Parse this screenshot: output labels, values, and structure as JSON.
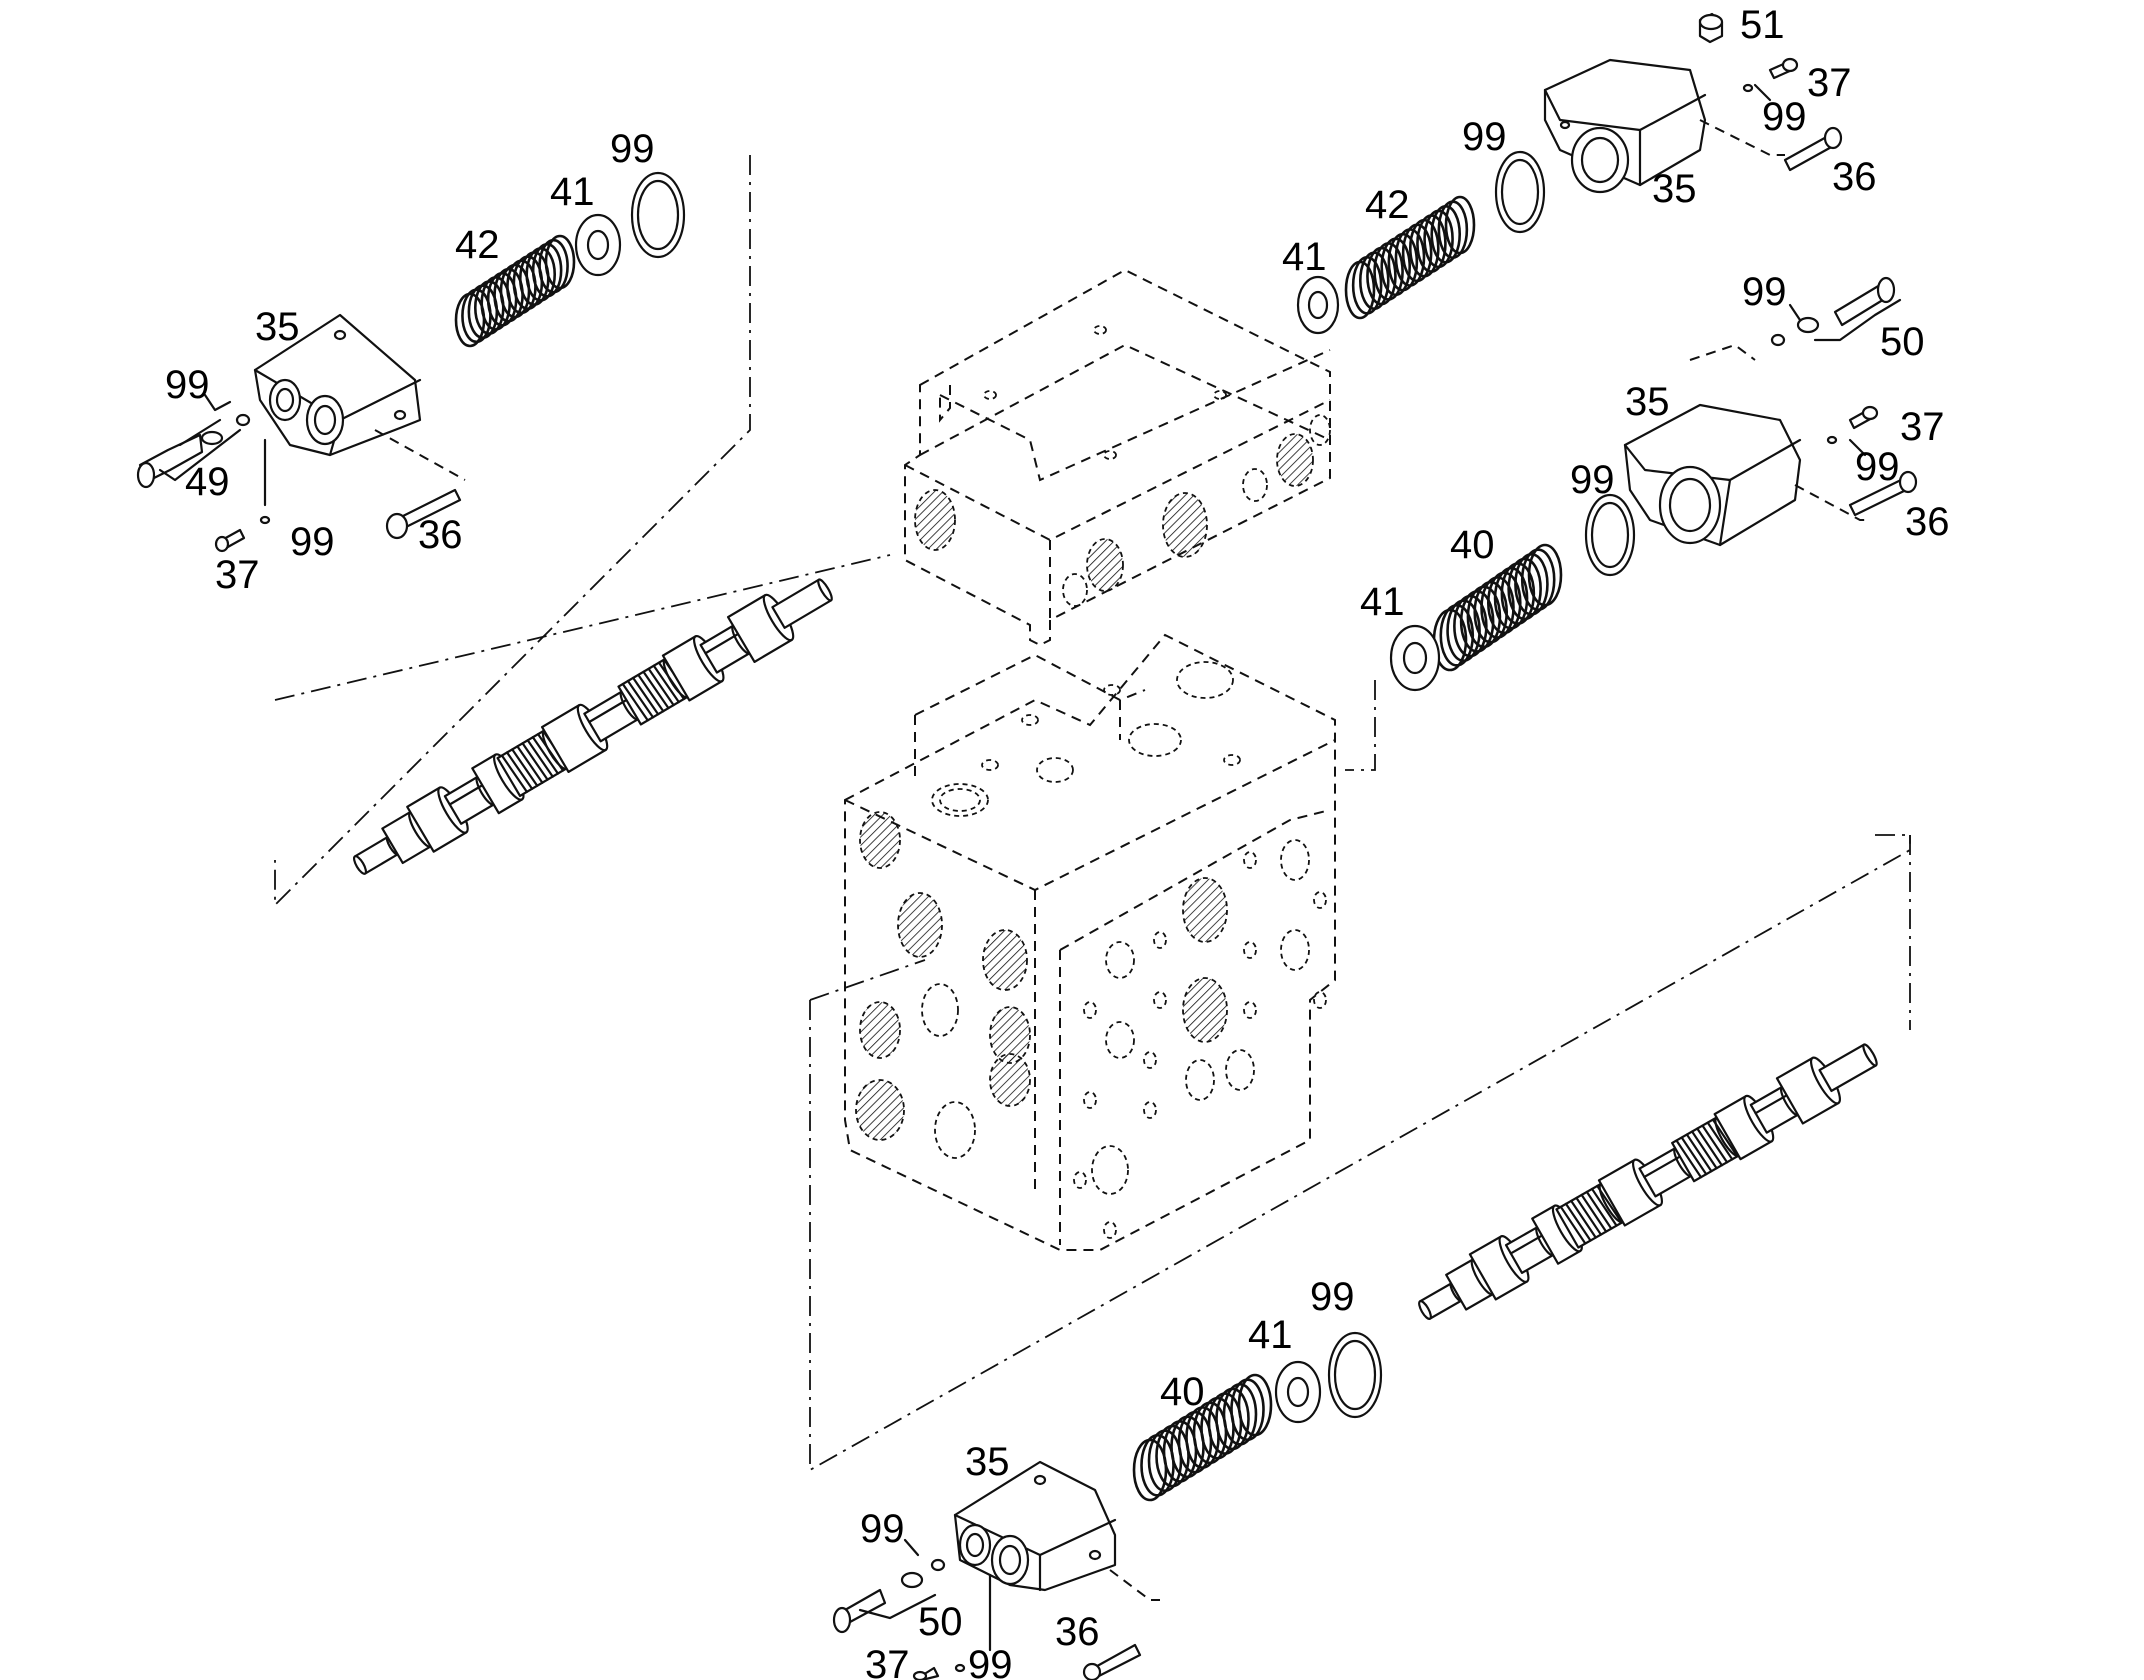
{
  "diagram": {
    "type": "exploded parts diagram",
    "subject": "hydraulic control valve block with spools, springs, caps",
    "callouts": [
      {
        "id": "c-51",
        "text": "51"
      },
      {
        "id": "c-37a",
        "text": "37"
      },
      {
        "id": "c-99a",
        "text": "99"
      },
      {
        "id": "c-36a",
        "text": "36"
      },
      {
        "id": "c-35a",
        "text": "35"
      },
      {
        "id": "c-99b",
        "text": "99"
      },
      {
        "id": "c-42a",
        "text": "42"
      },
      {
        "id": "c-41a",
        "text": "41"
      },
      {
        "id": "c-99c",
        "text": "99"
      },
      {
        "id": "c-50a",
        "text": "50"
      },
      {
        "id": "c-35b",
        "text": "35"
      },
      {
        "id": "c-37b",
        "text": "37"
      },
      {
        "id": "c-99d",
        "text": "99"
      },
      {
        "id": "c-36b",
        "text": "36"
      },
      {
        "id": "c-99e",
        "text": "99"
      },
      {
        "id": "c-40a",
        "text": "40"
      },
      {
        "id": "c-41b",
        "text": "41"
      },
      {
        "id": "c-99f",
        "text": "99"
      },
      {
        "id": "c-41c",
        "text": "41"
      },
      {
        "id": "c-42b",
        "text": "42"
      },
      {
        "id": "c-35c",
        "text": "35"
      },
      {
        "id": "c-99g",
        "text": "99"
      },
      {
        "id": "c-49",
        "text": "49"
      },
      {
        "id": "c-37c",
        "text": "37"
      },
      {
        "id": "c-99h",
        "text": "99"
      },
      {
        "id": "c-36c",
        "text": "36"
      },
      {
        "id": "c-99i",
        "text": "99"
      },
      {
        "id": "c-41d",
        "text": "41"
      },
      {
        "id": "c-40b",
        "text": "40"
      },
      {
        "id": "c-35d",
        "text": "35"
      },
      {
        "id": "c-99j",
        "text": "99"
      },
      {
        "id": "c-50b",
        "text": "50"
      },
      {
        "id": "c-36d",
        "text": "36"
      },
      {
        "id": "c-37d",
        "text": "37"
      },
      {
        "id": "c-99k",
        "text": "99"
      }
    ]
  }
}
